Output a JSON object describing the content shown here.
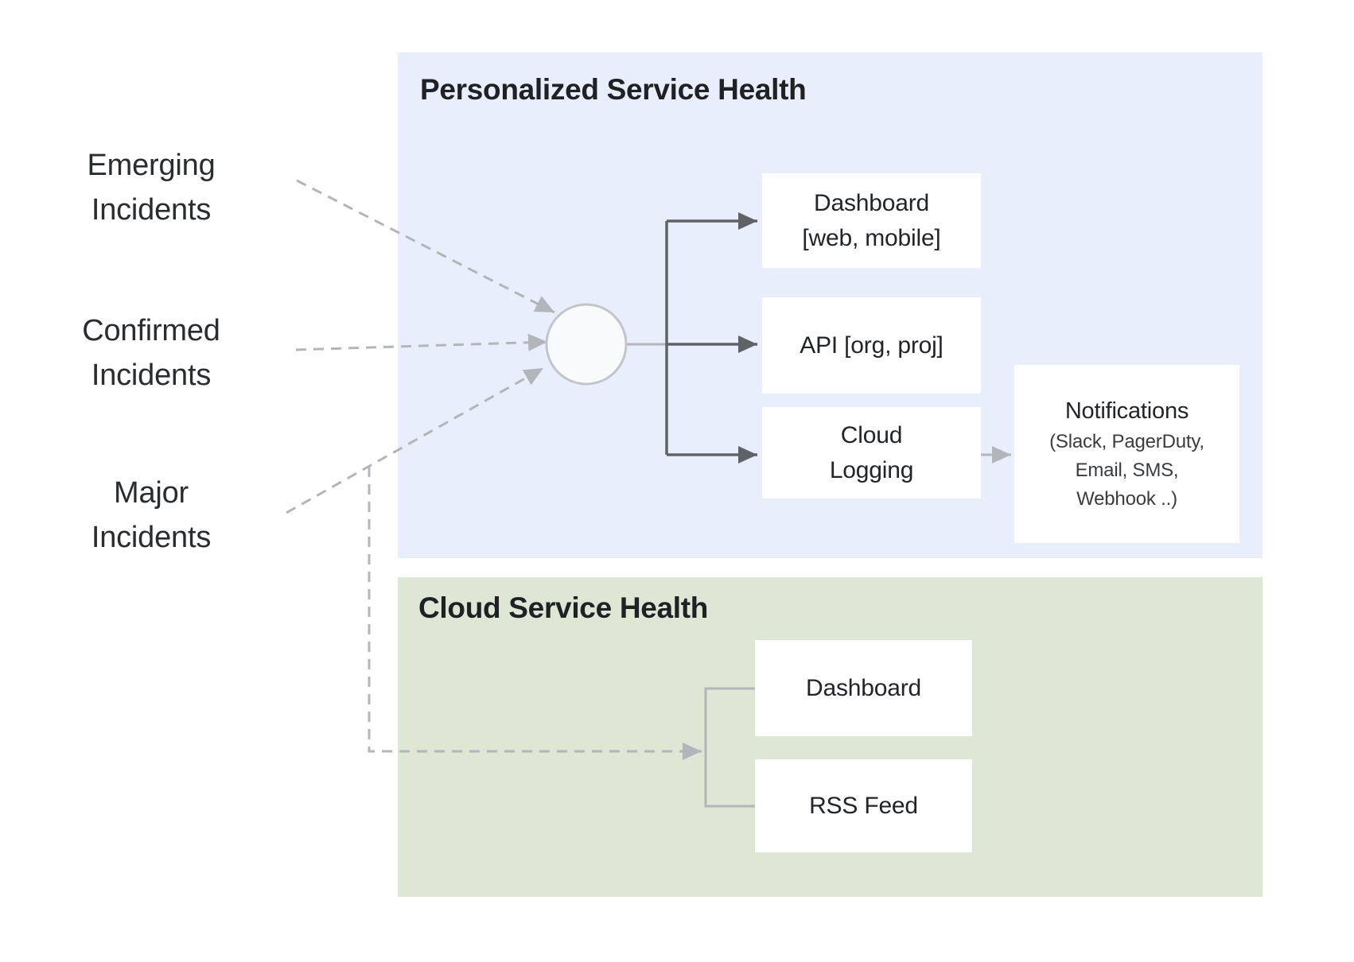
{
  "colors": {
    "page_background": "#ffffff",
    "personalized_panel_bg": "#e8eefc",
    "cloud_panel_bg": "#dde7d4",
    "box_bg": "#ffffff",
    "title_text": "#202124",
    "label_text": "#2a2d30",
    "dark_connector": "#5f6368",
    "light_connector": "#b2b6ba",
    "node_fill": "#f9fafb",
    "node_border": "#c2c6ca"
  },
  "incident_sources": [
    {
      "line1": "Emerging",
      "line2": "Incidents"
    },
    {
      "line1": "Confirmed",
      "line2": "Incidents"
    },
    {
      "line1": "Major",
      "line2": "Incidents"
    }
  ],
  "personalized_panel": {
    "title": "Personalized Service Health",
    "boxes": [
      {
        "line1": "Dashboard",
        "line2": "[web, mobile]"
      },
      {
        "line1": "API [org, proj]"
      },
      {
        "line1": "Cloud",
        "line2": "Logging"
      }
    ],
    "notifications": {
      "title": "Notifications",
      "sub_lines": [
        "(Slack, PagerDuty,",
        "Email, SMS,",
        "Webhook ..)"
      ]
    }
  },
  "cloud_panel": {
    "title": "Cloud Service Health",
    "boxes": [
      {
        "label": "Dashboard"
      },
      {
        "label": "RSS Feed"
      }
    ]
  }
}
